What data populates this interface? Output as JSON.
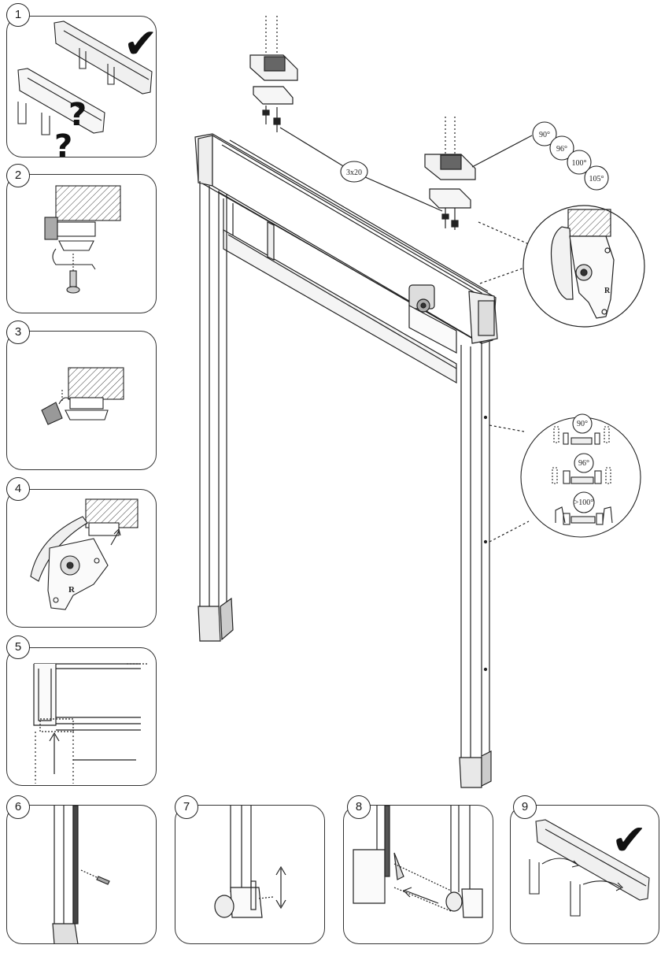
{
  "steps": [
    {
      "number": "1",
      "desc": "rail orientation check"
    },
    {
      "number": "2",
      "desc": "bracket mount"
    },
    {
      "number": "3",
      "desc": "clip bracket"
    },
    {
      "number": "4",
      "desc": "hook end cap"
    },
    {
      "number": "5",
      "desc": "insert side rail"
    },
    {
      "number": "6",
      "desc": "screw side rail"
    },
    {
      "number": "7",
      "desc": "adjust clip height"
    },
    {
      "number": "8",
      "desc": "slide bottom cap"
    },
    {
      "number": "9",
      "desc": "rail orientation correct"
    }
  ],
  "screw_label": "3x20",
  "angles": [
    "90°",
    "96°",
    "100°",
    "105°"
  ],
  "detail_angles": [
    "90°",
    "96°",
    ">100°"
  ],
  "side_marker": "R",
  "marks": {
    "correct": "✔",
    "wrong": "?"
  }
}
